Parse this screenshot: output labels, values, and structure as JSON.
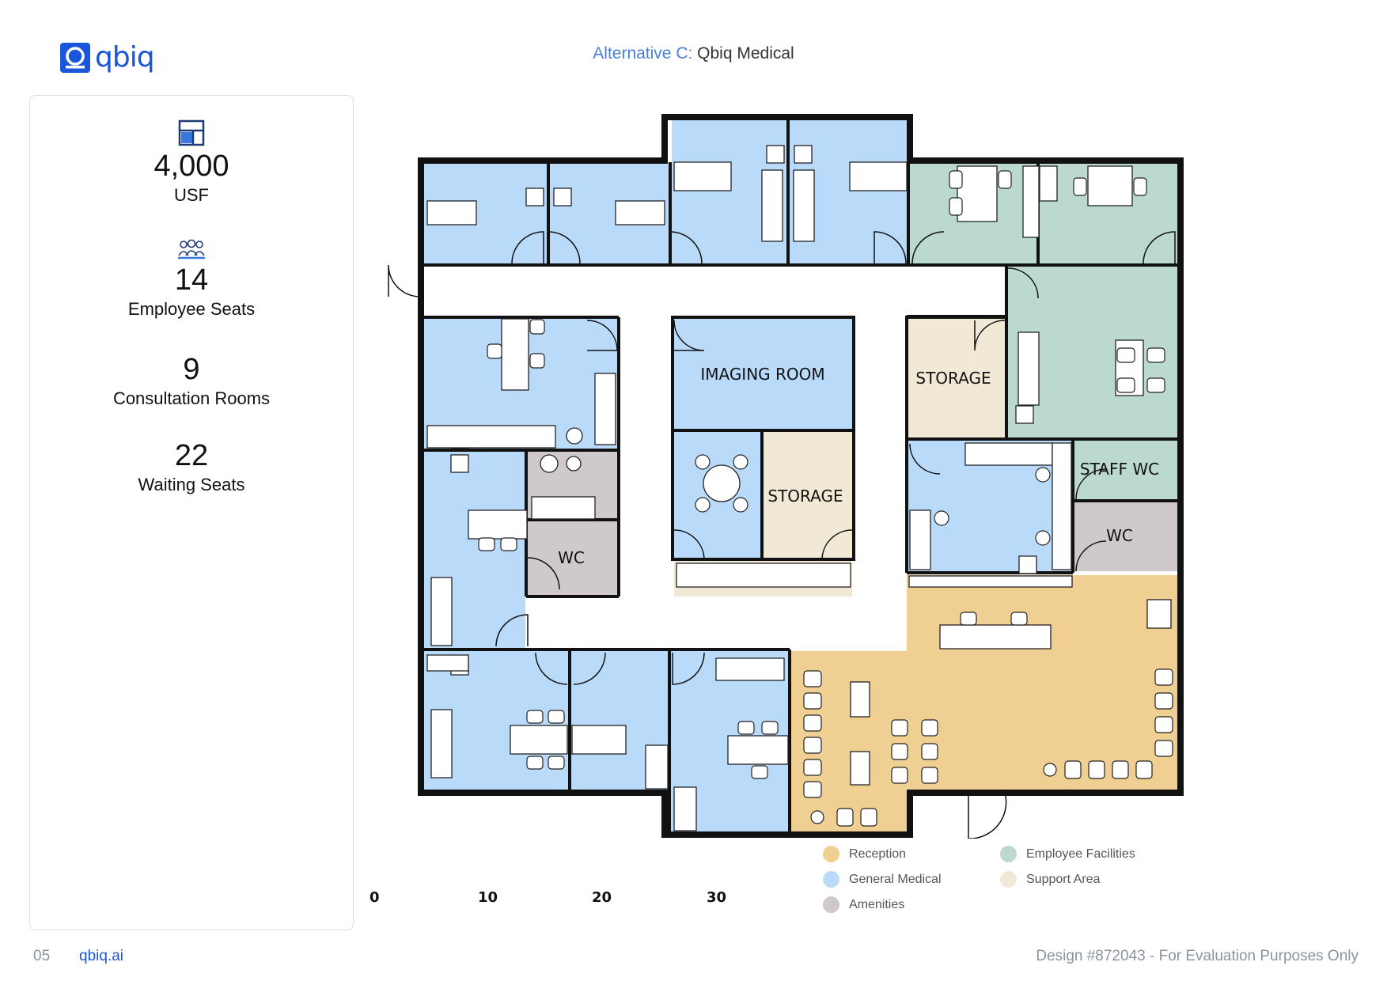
{
  "header": {
    "logo_text": "qbiq",
    "title_prefix": "Alternative C:",
    "title_name": "Qbiq Medical"
  },
  "stats": [
    {
      "icon": "floorplan-icon",
      "value": "4,000",
      "label": "USF"
    },
    {
      "icon": "people-icon",
      "value": "14",
      "label": "Employee Seats"
    },
    {
      "value": "9",
      "label": "Consultation Rooms"
    },
    {
      "value": "22",
      "label": "Waiting Seats"
    }
  ],
  "rooms": {
    "imaging": "IMAGING ROOM",
    "storage_a": "STORAGE",
    "storage_b": "STORAGE",
    "staff_wc": "STAFF WC",
    "wc_a": "WC",
    "wc_b": "WC"
  },
  "scale": [
    "0",
    "10",
    "20",
    "30"
  ],
  "legend": [
    {
      "label": "Reception",
      "color": "#f0cf92"
    },
    {
      "label": "Employee Facilities",
      "color": "#bcd9cf"
    },
    {
      "label": "General Medical",
      "color": "#badafa"
    },
    {
      "label": "Support Area",
      "color": "#f1e9d6"
    },
    {
      "label": "Amenities",
      "color": "#cfc9cc"
    }
  ],
  "footer": {
    "page": "05",
    "site": "qbiq.ai",
    "design": "Design #872043 - For Evaluation Purposes Only"
  },
  "colors": {
    "reception": "#f0cf92",
    "medical": "#badafa",
    "employee": "#bcd9cf",
    "support": "#f1e9d6",
    "amenities": "#cfc9cc",
    "wall": "#111111",
    "brand": "#1a56db"
  }
}
